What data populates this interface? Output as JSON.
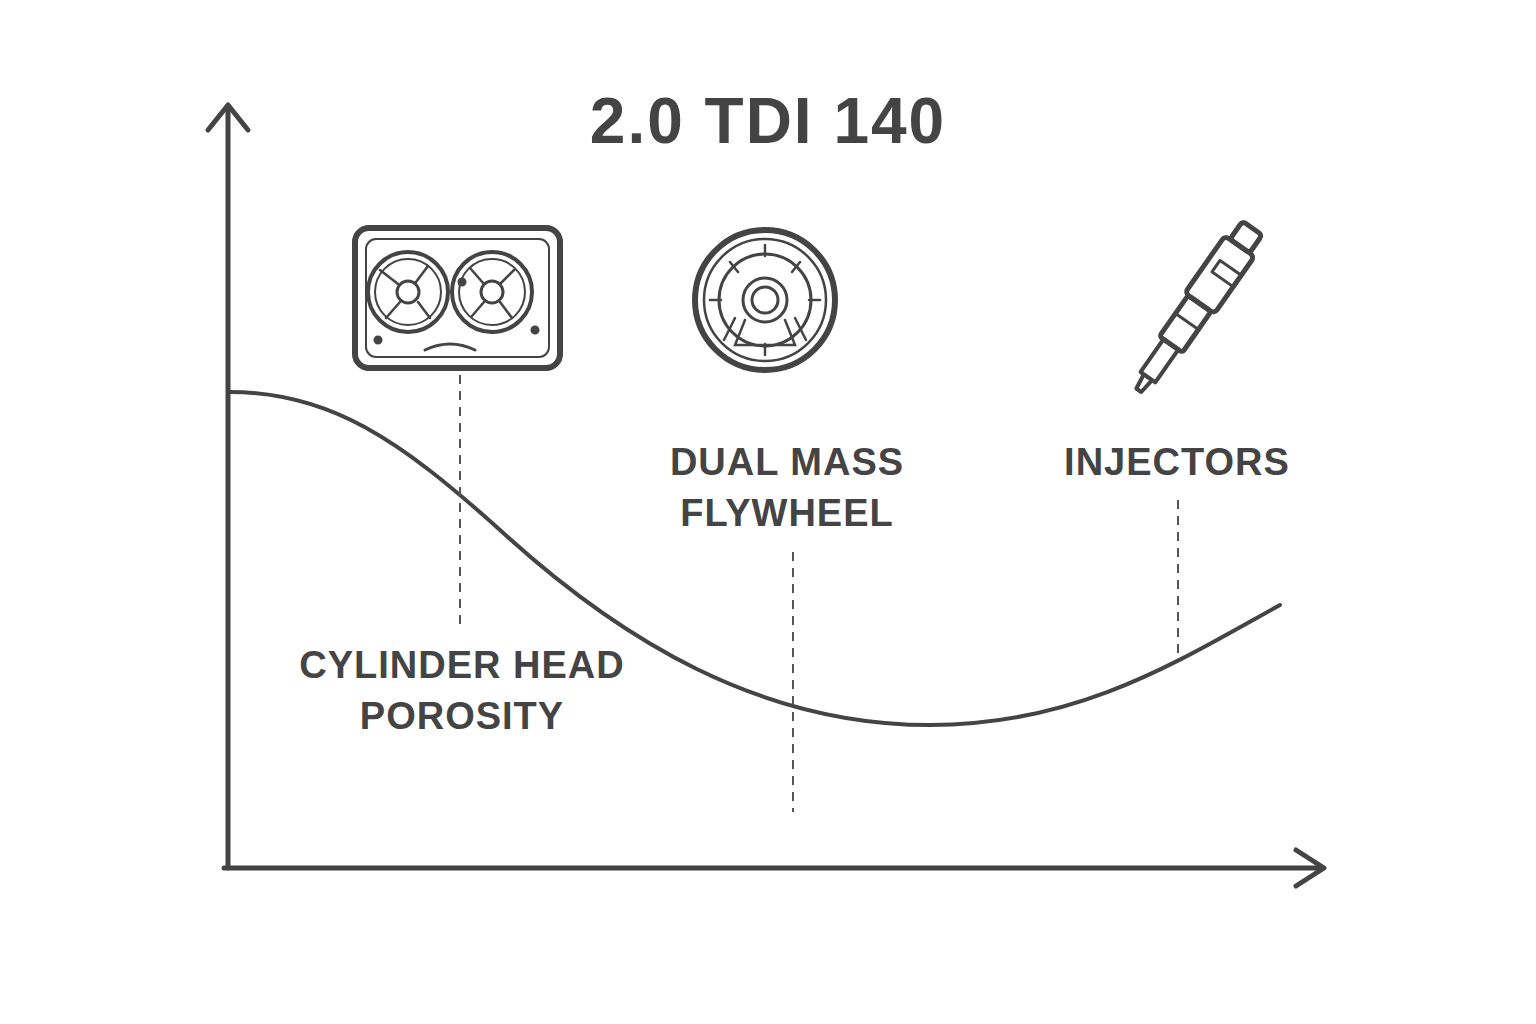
{
  "diagram": {
    "title": "2.0 TDI 140",
    "labels": [
      "CYLINDER HEAD POROSITY",
      "DUAL MASS FLYWHEEL",
      "INJECTORS"
    ]
  }
}
